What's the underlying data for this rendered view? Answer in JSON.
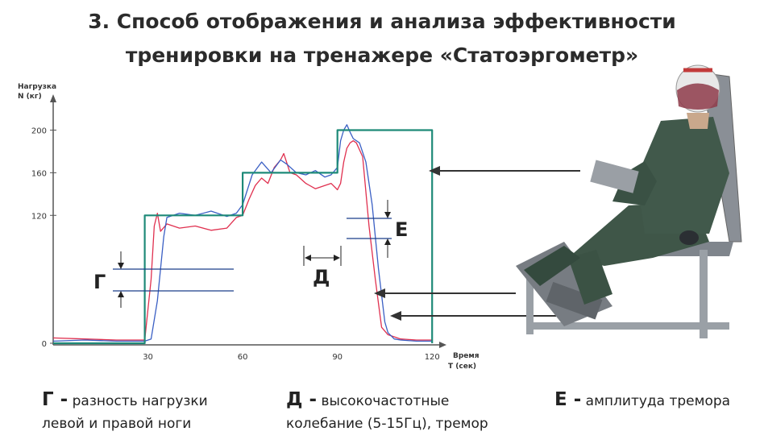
{
  "title": {
    "line1": "3. Способ отображения и анализа эффективности",
    "line2": "тренировки на тренажере «Статоэргометр»"
  },
  "legend": {
    "g": {
      "key": "Г -",
      "text1": "разность нагрузки",
      "text2": "левой и правой ноги"
    },
    "d": {
      "key": "Д -",
      "text1": "высокочастотные",
      "text2": "колебание (5-15Гц), тремор"
    },
    "e": {
      "key": "Е -",
      "text1": "амплитуда тремора"
    }
  },
  "chart_data": {
    "type": "line",
    "ylabel_line1": "Нагрузка",
    "ylabel_line2": "N (кг)",
    "xlabel_line1": "Время",
    "xlabel_line2": "Т (сек)",
    "xlim": [
      0,
      123
    ],
    "ylim": [
      0,
      220
    ],
    "xticks": [
      30,
      60,
      90,
      120
    ],
    "yticks": [
      0,
      120,
      160,
      200
    ],
    "annotations": {
      "g": "Г",
      "d": "Д",
      "e": "Е"
    },
    "colors": {
      "target": "#1e8a78",
      "left": "#3a5fc4",
      "right": "#e0304f"
    },
    "series": [
      {
        "x": [
          0,
          29,
          29,
          60,
          60,
          90,
          90,
          120,
          120
        ],
        "values": [
          0,
          0,
          120,
          120,
          160,
          160,
          200,
          200,
          0
        ]
      },
      {
        "x": [
          0,
          10,
          20,
          29,
          31,
          33,
          35,
          36,
          40,
          45,
          50,
          55,
          58,
          60,
          63,
          66,
          69,
          72,
          74,
          77,
          80,
          83,
          86,
          88,
          90,
          91,
          92,
          93,
          94,
          95,
          97,
          99,
          101,
          103,
          105,
          106,
          108,
          110,
          115,
          120
        ],
        "values": [
          2,
          3,
          2,
          2,
          4,
          40,
          100,
          118,
          122,
          120,
          124,
          119,
          122,
          130,
          158,
          170,
          160,
          172,
          168,
          160,
          158,
          162,
          156,
          158,
          165,
          190,
          200,
          205,
          198,
          192,
          188,
          170,
          130,
          70,
          20,
          10,
          4,
          3,
          2,
          2
        ]
      },
      {
        "x": [
          0,
          10,
          20,
          29,
          31,
          32,
          33,
          34,
          36,
          40,
          45,
          50,
          55,
          58,
          60,
          62,
          64,
          66,
          68,
          70,
          72,
          73,
          75,
          77,
          80,
          83,
          86,
          88,
          90,
          91,
          92,
          93,
          94,
          95,
          96,
          98,
          100,
          102,
          104,
          106,
          110,
          115,
          120
        ],
        "values": [
          5,
          4,
          3,
          3,
          60,
          110,
          122,
          105,
          112,
          108,
          110,
          106,
          108,
          118,
          120,
          135,
          148,
          155,
          150,
          165,
          172,
          178,
          160,
          158,
          150,
          145,
          148,
          150,
          144,
          150,
          170,
          183,
          188,
          190,
          188,
          175,
          110,
          60,
          15,
          8,
          4,
          3,
          3
        ]
      }
    ]
  }
}
